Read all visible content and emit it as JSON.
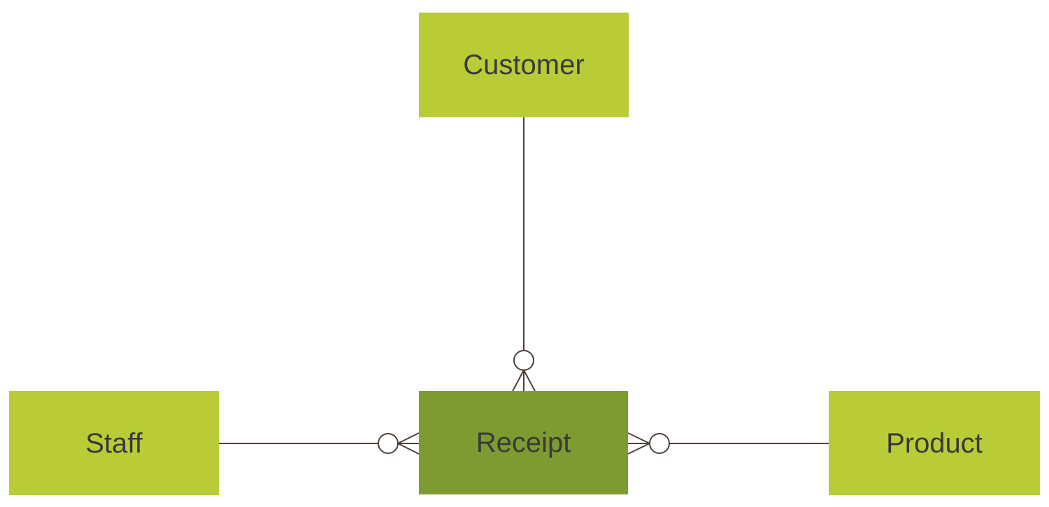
{
  "diagram": {
    "type": "entity-relationship-diagram",
    "notation": "crow's foot",
    "entities": [
      {
        "id": "customer",
        "label": "Customer",
        "role": "outer"
      },
      {
        "id": "staff",
        "label": "Staff",
        "role": "outer"
      },
      {
        "id": "receipt",
        "label": "Receipt",
        "role": "central"
      },
      {
        "id": "product",
        "label": "Product",
        "role": "outer"
      }
    ],
    "relationships": [
      {
        "from": "Customer",
        "to": "Receipt",
        "cardinality_at_receipt": "zero or many",
        "symbol": "ring + crow's foot"
      },
      {
        "from": "Staff",
        "to": "Receipt",
        "cardinality_at_receipt": "zero or many",
        "symbol": "ring + crow's foot"
      },
      {
        "from": "Product",
        "to": "Receipt",
        "cardinality_at_receipt": "zero or many",
        "symbol": "ring + crow's foot"
      }
    ],
    "colors": {
      "entity_fill": "#b9cc37",
      "central_entity_fill": "#7d9b31",
      "connector": "#4f3f3a",
      "label_text": "#3a3a3a",
      "background": "#ffffff"
    }
  }
}
